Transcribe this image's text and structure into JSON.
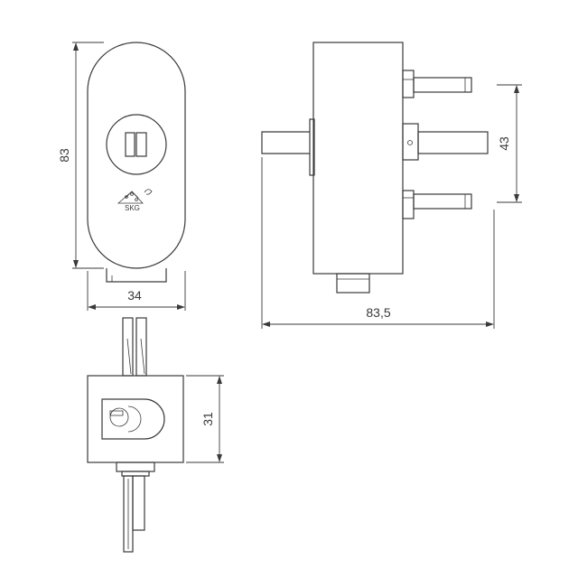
{
  "dimensions": {
    "front_height": "83",
    "front_width": "34",
    "side_length": "83,5",
    "side_pin_spacing": "43",
    "top_depth": "31"
  },
  "logo": {
    "text": "SKG",
    "icon": "skg-keymark-icon"
  },
  "colors": {
    "line": "#3a3a3a",
    "background": "#ffffff"
  }
}
